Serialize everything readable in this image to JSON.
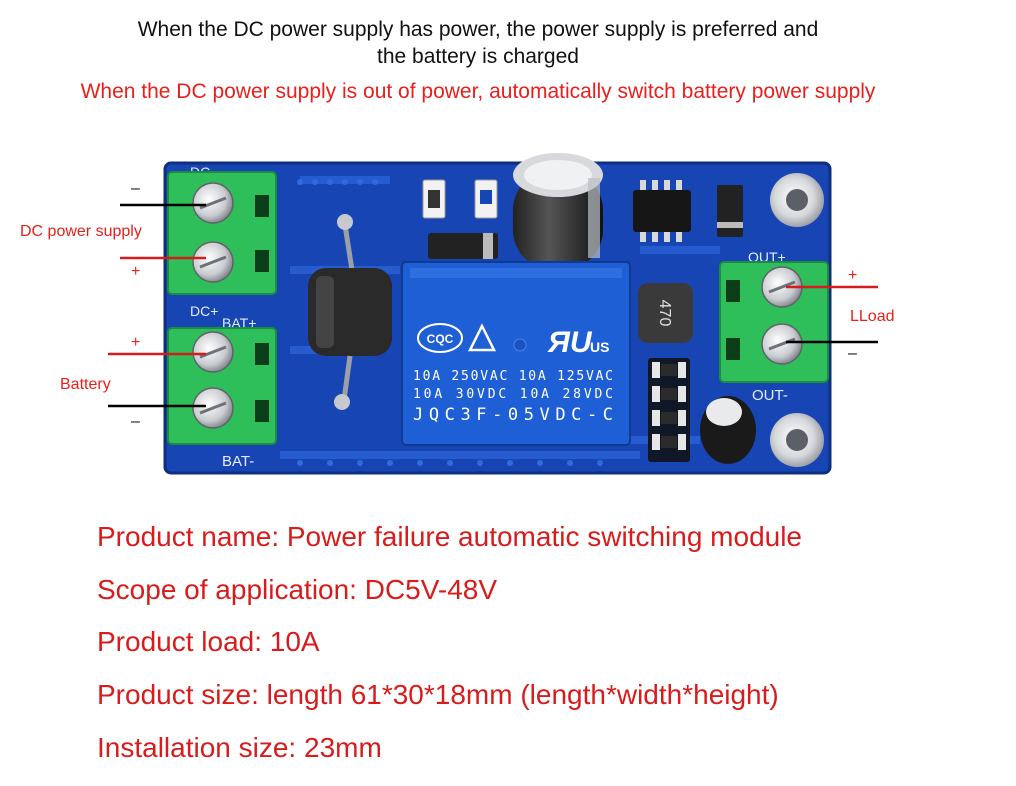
{
  "header": {
    "line1": "When the DC power supply has power, the power supply is preferred and",
    "line2": "the battery is charged",
    "line3": "When the DC power supply is out of power, automatically switch battery power supply"
  },
  "board": {
    "silk_dc_minus": "DC-",
    "silk_dc_plus": "DC+",
    "silk_bat_plus": "BAT+",
    "silk_bat_minus": "BAT-",
    "silk_out_plus": "OUT+",
    "silk_out_minus": "OUT-",
    "inductor_text": "470",
    "relay": {
      "cqc": "CQC",
      "us": "US",
      "rating1": "10A 250VAC  10A 125VAC",
      "rating2": "10A  30VDC  10A  28VDC",
      "model": "JQC3F-05VDC-C"
    }
  },
  "labels": {
    "dc_minus": "–",
    "dc_name": "DC power supply",
    "dc_plus": "+",
    "bat_plus": "+",
    "bat_name": "Battery",
    "bat_minus": "–",
    "load_plus": "+",
    "load_name": "LLoad",
    "load_minus": "–"
  },
  "colors": {
    "pcb": "#1746b4",
    "terminal": "#2fbf5a",
    "relay": "#1f5fd6",
    "wire_black": "#000000",
    "wire_red": "#d41c1c",
    "label_red": "#e8201c"
  },
  "specs": [
    "Product name: Power failure automatic switching module",
    "Scope of application: DC5V-48V",
    "Product load: 10A",
    "Product size: length 61*30*18mm (length*width*height)",
    "Installation size: 23mm"
  ]
}
